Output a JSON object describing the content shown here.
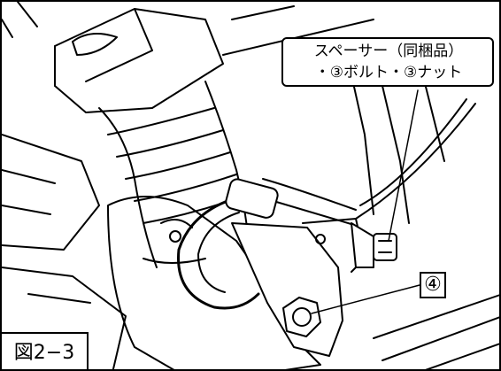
{
  "callout": {
    "line1": "スペーサー（同梱品）",
    "line2": "・③ボルト・③ナット"
  },
  "marker": "④",
  "figure_label": "図2−3"
}
